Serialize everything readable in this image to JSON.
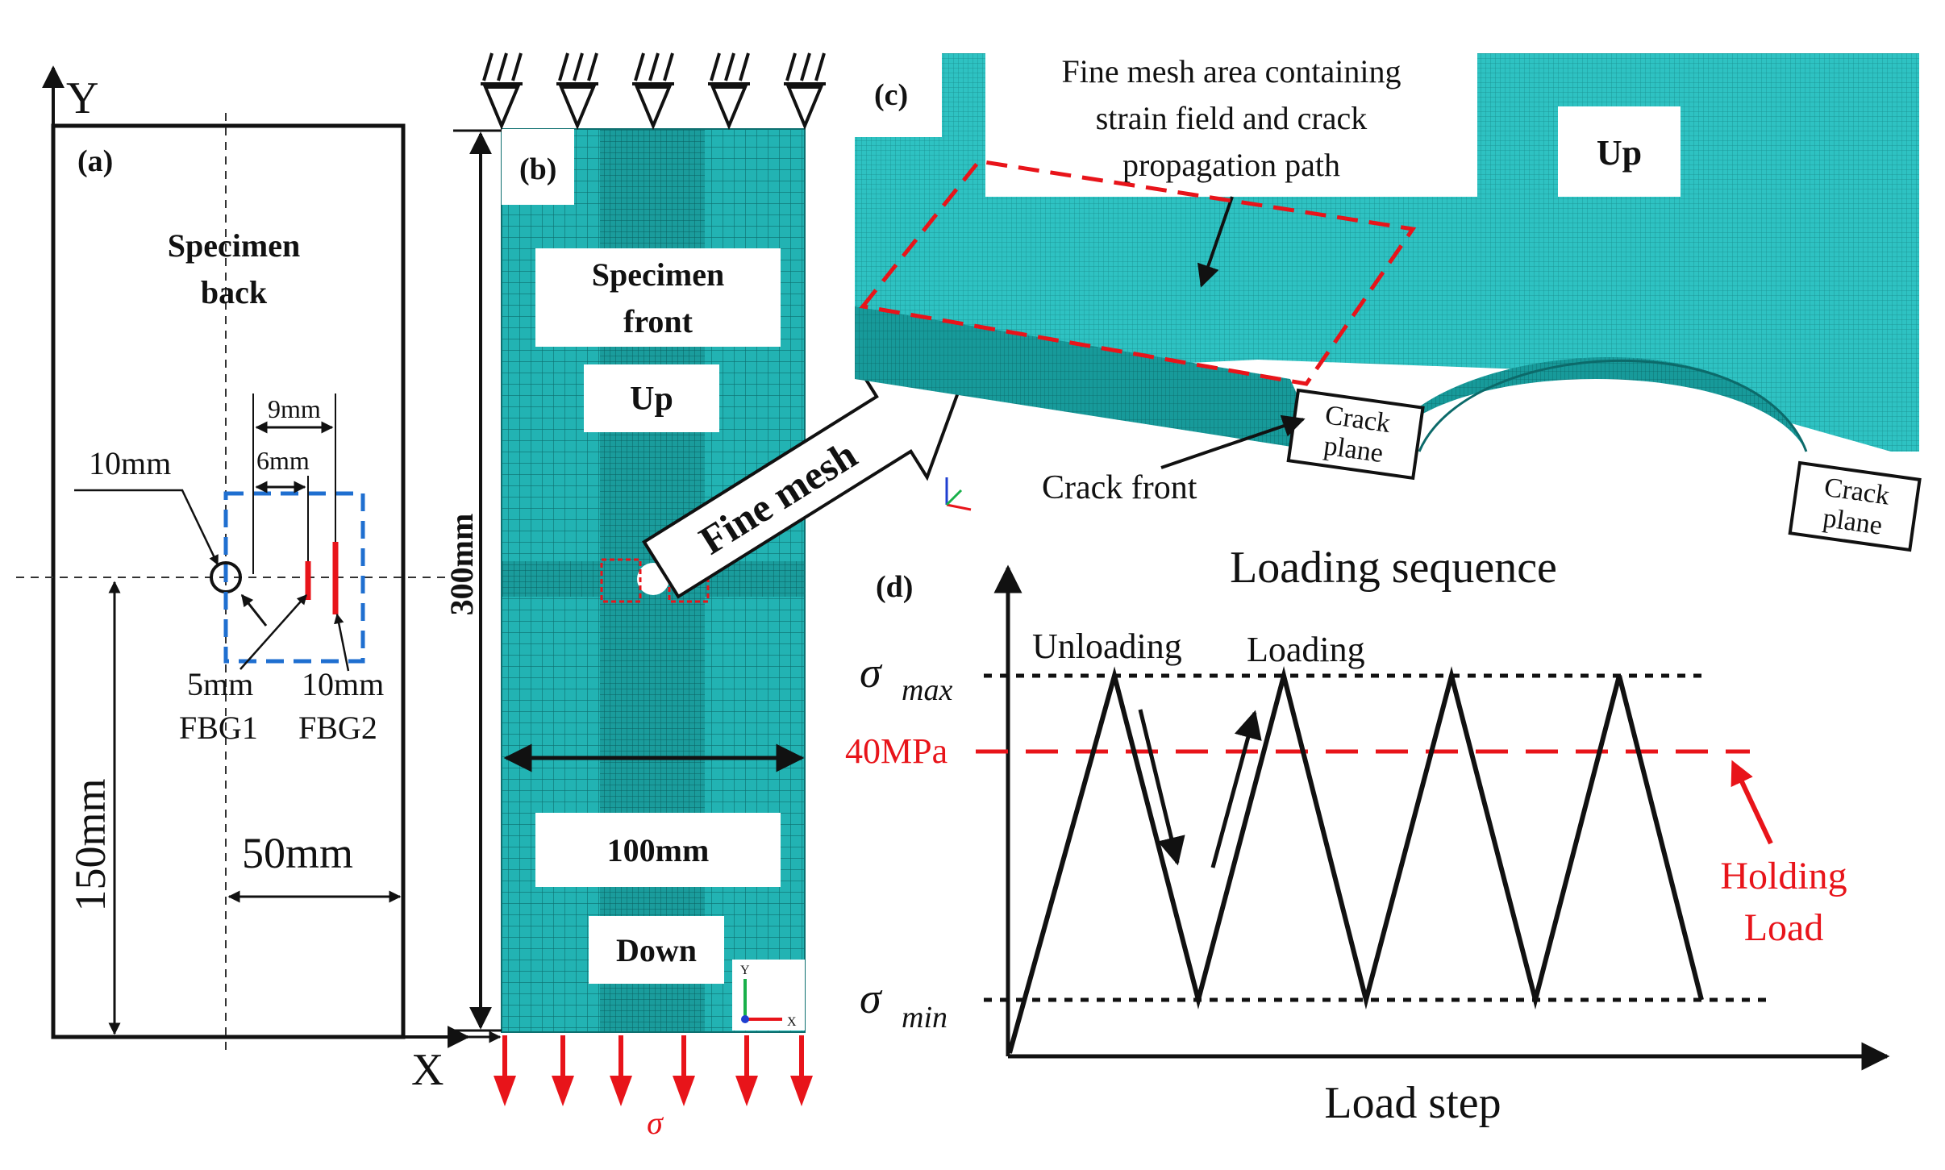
{
  "panel_a": {
    "label": "(a)",
    "axis_y": "Y",
    "axis_x": "X",
    "title": [
      "Specimen",
      "back"
    ],
    "dim_10mm_hole": "10mm",
    "dim_9mm": "9mm",
    "dim_6mm": "6mm",
    "fbg1_len": "5mm",
    "fbg2_len": "10mm",
    "fbg1": "FBG1",
    "fbg2": "FBG2",
    "dim_150mm": "150mm",
    "dim_50mm": "50mm"
  },
  "panel_b": {
    "label": "(b)",
    "title": [
      "Specimen",
      "front"
    ],
    "up": "Up",
    "down": "Down",
    "width_dim": "100mm",
    "height_dim": "300mm",
    "fine_mesh": "Fine mesh",
    "load_symbol": "σ",
    "triad_y": "Y",
    "triad_x": "X"
  },
  "panel_c": {
    "label": "(c)",
    "callout": [
      "Fine mesh area containing",
      "strain field and crack",
      "propagation path"
    ],
    "up": "Up",
    "crack_plane": [
      "Crack",
      "plane"
    ],
    "crack_front": "Crack front"
  },
  "panel_d": {
    "label": "(d)",
    "title": "Loading sequence",
    "sigma_symbol": "σ",
    "sigma_max_sub": "max",
    "sigma_min_sub": "min",
    "hold_value": "40MPa",
    "unloading": "Unloading",
    "loading": "Loading",
    "holding": [
      "Holding",
      "Load"
    ],
    "xlabel": "Load step"
  },
  "colors": {
    "mesh": "#20b4b4",
    "mesh_dark": "#138a8a",
    "red": "#e8141a",
    "blue_dash": "#1f6fd0",
    "black": "#111111"
  }
}
